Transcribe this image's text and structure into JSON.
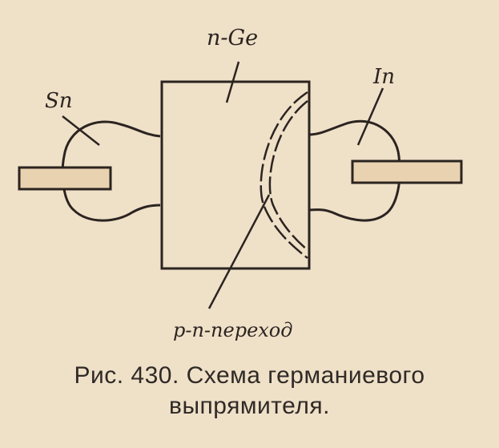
{
  "labels": {
    "n_ge": "n-Ge",
    "sn": "Sn",
    "in": "In",
    "pn_junction": "p-n-переход"
  },
  "caption": {
    "line1": "Рис. 430. Схема германиевого",
    "line2": "выпрямителя."
  },
  "colors": {
    "paper": "#efe0c8",
    "ink": "#2b2420",
    "electrode_fill": "#e9d2b0"
  }
}
